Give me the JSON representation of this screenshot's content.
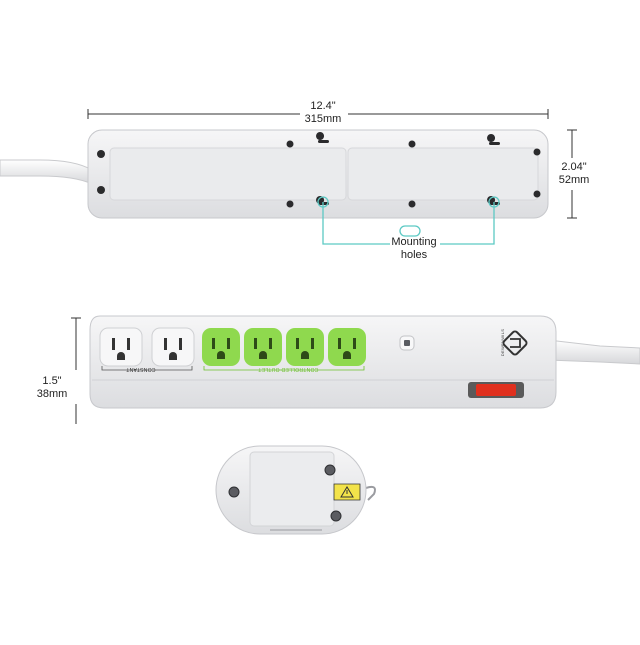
{
  "dimensions": {
    "length_in": "12.4\"",
    "length_mm": "315mm",
    "width_in": "2.04\"",
    "width_mm": "52mm",
    "height_in": "1.5\"",
    "height_mm": "38mm"
  },
  "callout": {
    "line1": "Mounting",
    "line2": "holes"
  },
  "strip": {
    "constant_label": "CONSTANT",
    "controlled_label": "CONTROLLED OUTLET",
    "brand_text": "DEWENWILS"
  },
  "colors": {
    "body": "#f1f1f3",
    "outlet_green": "#8fd94e",
    "callout_line": "#5cc9c4",
    "switch_red": "#e0301e"
  }
}
